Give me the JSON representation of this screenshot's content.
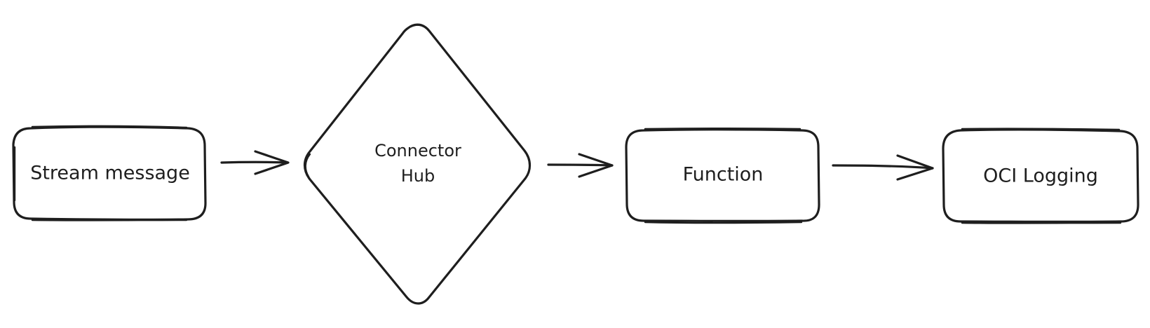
{
  "diagram": {
    "nodes": [
      {
        "id": "stream",
        "label": "Stream message"
      },
      {
        "id": "hub",
        "label_line1": "Connector",
        "label_line2": "Hub"
      },
      {
        "id": "function",
        "label": "Function"
      },
      {
        "id": "logging",
        "label": "OCI Logging"
      }
    ],
    "edges": [
      {
        "from": "Stream message",
        "to": "Connector Hub"
      },
      {
        "from": "Connector Hub",
        "to": "Function"
      },
      {
        "from": "Function",
        "to": "OCI Logging"
      }
    ],
    "stroke_color": "#1e1e1e",
    "background_color": "#ffffff"
  }
}
